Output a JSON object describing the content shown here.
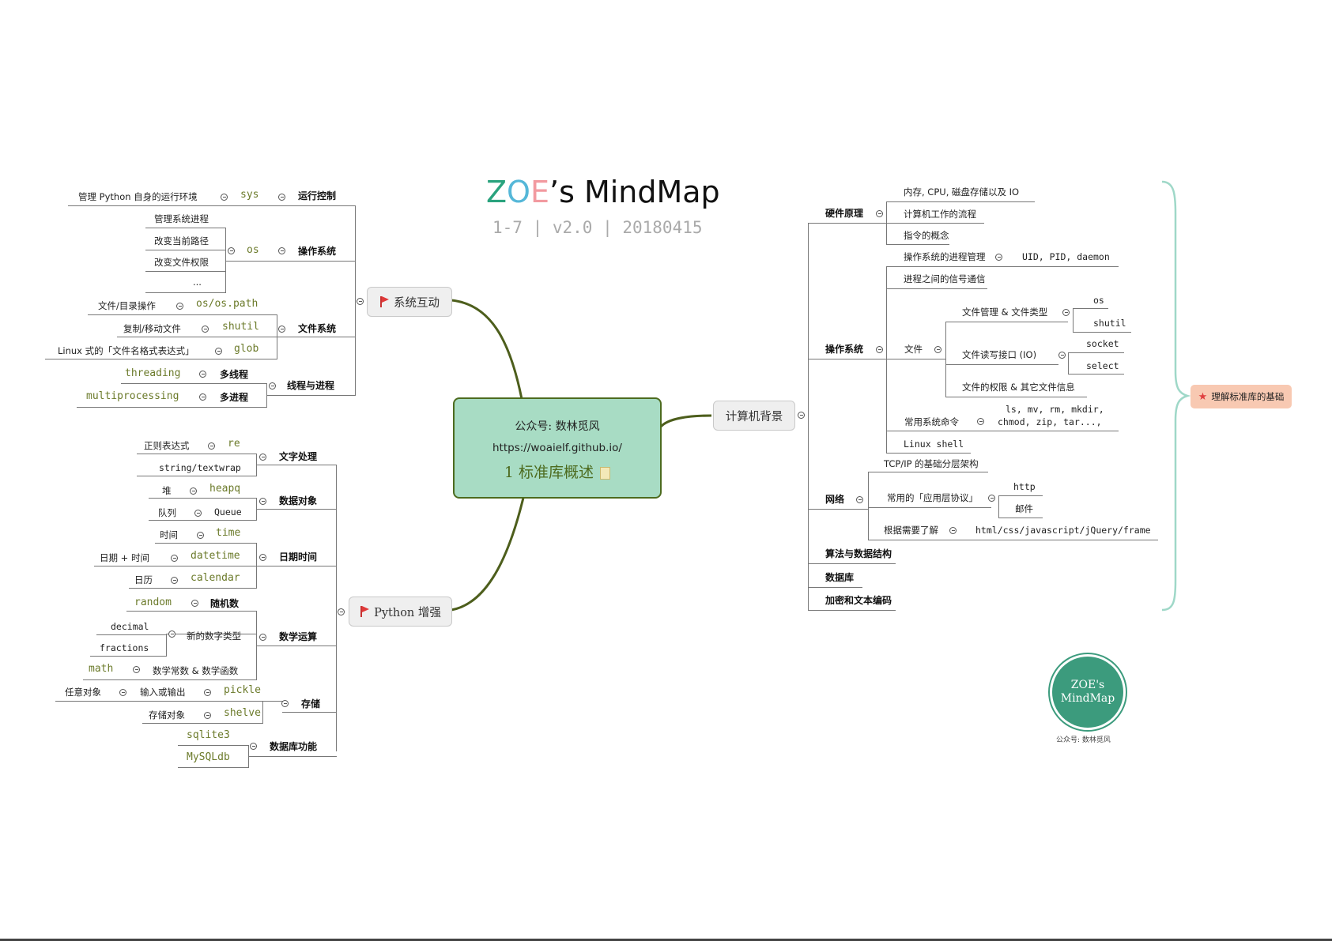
{
  "header": {
    "title_z": "Z",
    "title_o": "O",
    "title_e": "E",
    "title_rest": "’s MindMap",
    "subtitle": "1-7 | v2.0 | 20180415"
  },
  "central": {
    "line1": "公众号: 数林觅风",
    "line2": "https://woaielf.github.io/",
    "line3": "1  标准库概述"
  },
  "topics": {
    "sys_interaction": "系统互动",
    "python_enhance": "Python 增强",
    "computer_background": "计算机背景"
  },
  "left_top": {
    "runtime": {
      "label": "运行控制",
      "module": "sys",
      "desc": "管理 Python 自身的运行环境"
    },
    "os": {
      "label": "操作系统",
      "module": "os",
      "items": [
        "管理系统进程",
        "改变当前路径",
        "改变文件权限",
        "..."
      ]
    },
    "fs": {
      "label": "文件系统",
      "items": [
        {
          "desc": "文件/目录操作",
          "module": "os/os.path"
        },
        {
          "desc": "复制/移动文件",
          "module": "shutil"
        },
        {
          "desc": "Linux 式的「文件名格式表达式」",
          "module": "glob"
        }
      ]
    },
    "thread": {
      "label": "线程与进程",
      "items": [
        {
          "module": "threading",
          "desc": "多线程"
        },
        {
          "module": "multiprocessing",
          "desc": "多进程"
        }
      ]
    }
  },
  "left_bottom": {
    "text": {
      "label": "文字处理",
      "items": [
        {
          "desc": "正则表达式",
          "module": "re"
        },
        {
          "module": "string/textwrap"
        }
      ]
    },
    "data": {
      "label": "数据对象",
      "items": [
        {
          "desc": "堆",
          "module": "heapq"
        },
        {
          "desc": "队列",
          "module": "Queue"
        }
      ]
    },
    "date": {
      "label": "日期时间",
      "items": [
        {
          "desc": "时间",
          "module": "time"
        },
        {
          "desc": "日期 + 时间",
          "module": "datetime"
        },
        {
          "desc": "日历",
          "module": "calendar"
        }
      ]
    },
    "math": {
      "label": "数学运算",
      "random_module": "random",
      "random_desc": "随机数",
      "newtype": "新的数字类型",
      "newtype_items": [
        "decimal",
        "fractions"
      ],
      "math_module": "math",
      "math_desc": "数学常数 & 数学函数"
    },
    "storage": {
      "label": "存储",
      "items": [
        {
          "pre": "任意对象",
          "desc": "输入或输出",
          "module": "pickle"
        },
        {
          "desc": "存储对象",
          "module": "shelve"
        }
      ]
    },
    "db": {
      "label": "数据库功能",
      "items": [
        "sqlite3",
        "MySQLdb"
      ]
    }
  },
  "right": {
    "hardware": {
      "label": "硬件原理",
      "items": [
        "内存, CPU, 磁盘存储以及 IO",
        "计算机工作的流程",
        "指令的概念"
      ]
    },
    "os": {
      "label": "操作系统",
      "proc": "操作系统的进程管理",
      "proc_ids": "UID, PID, daemon",
      "signal": "进程之间的信号通信",
      "file": "文件",
      "file_mgmt": "文件管理 & 文件类型",
      "file_mgmt_items": [
        "os",
        "shutil"
      ],
      "file_io": "文件读写接口 (IO)",
      "file_io_items": [
        "socket",
        "select"
      ],
      "file_perm": "文件的权限 & 其它文件信息",
      "cmd": "常用系统命令",
      "cmd_line1": "ls, mv, rm, mkdir,",
      "cmd_line2": "chmod, zip, tar...,",
      "shell": "Linux shell"
    },
    "network": {
      "label": "网络",
      "tcpip": "TCP/IP 的基础分层架构",
      "app": "常用的「应用层协议」",
      "app_items": [
        "http",
        "邮件"
      ],
      "learn": "根据需要了解",
      "learn_items": "html/css/javascript/jQuery/frame"
    },
    "algo": "算法与数据结构",
    "database": "数据库",
    "crypto": "加密和文本编码",
    "side_tag": "理解标准库的基础"
  },
  "seal": {
    "line1": "ZOE's",
    "line2": "MindMap",
    "caption": "公众号: 数林觅风"
  },
  "colors": {
    "central_fill": "#a8dcc4",
    "central_border": "#4d6b1f",
    "module_text": "#6b7a2a",
    "side_tag": "#f8c9b2"
  }
}
